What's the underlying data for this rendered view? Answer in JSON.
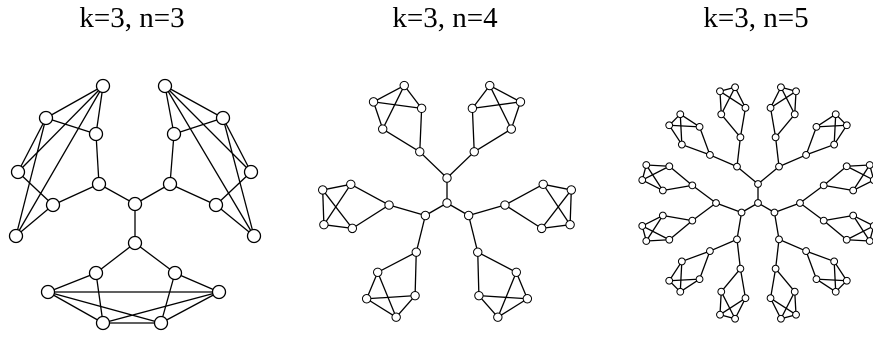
{
  "panels": [
    {
      "label": "k=3, n=3"
    },
    {
      "label": "k=3, n=4"
    },
    {
      "label": "k=3, n=5"
    }
  ]
}
